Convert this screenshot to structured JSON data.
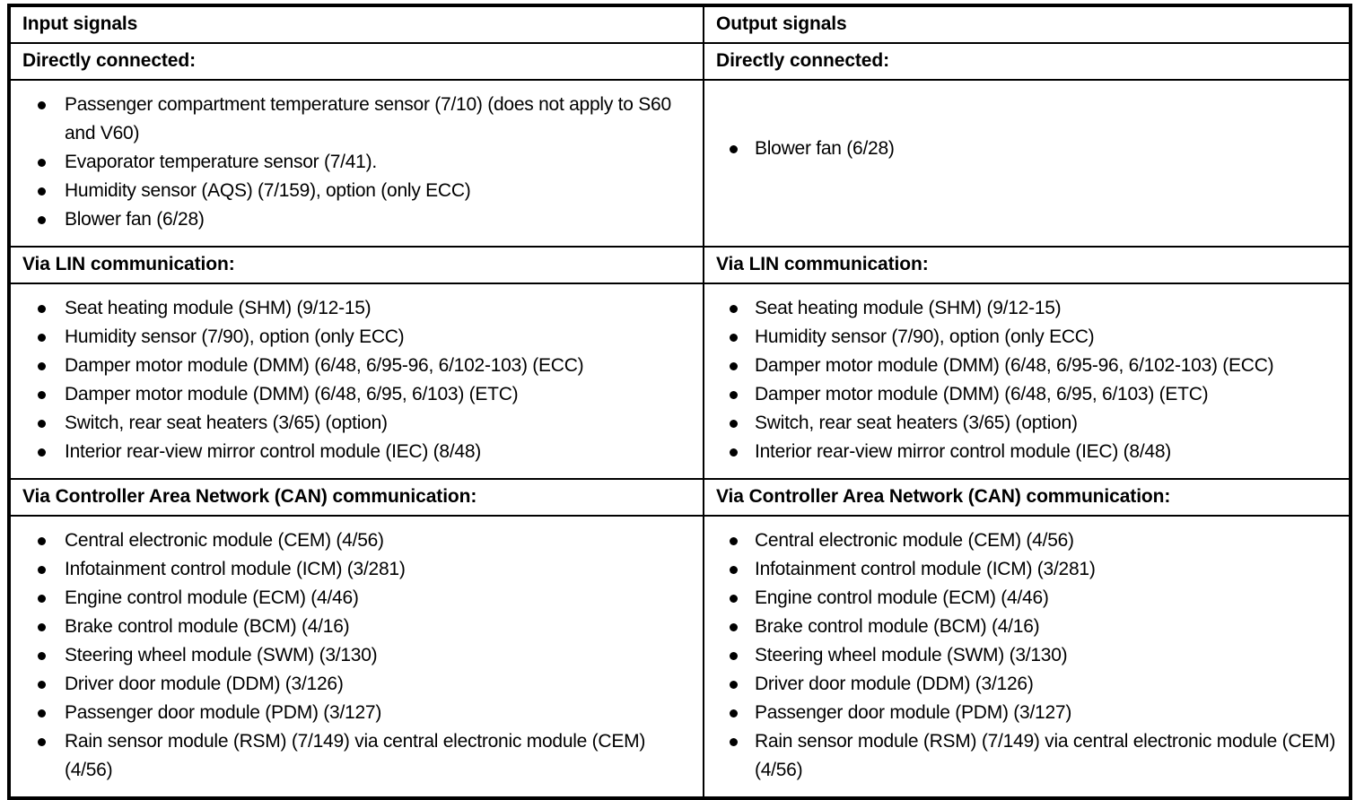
{
  "table": {
    "columns": [
      {
        "key": "input",
        "title": "Input signals"
      },
      {
        "key": "output",
        "title": "Output signals"
      }
    ],
    "sections": [
      {
        "id": "directly-connected",
        "heading_left": "Directly connected:",
        "heading_right": "Directly connected:",
        "items_left": [
          "Passenger compartment temperature sensor (7/10) (does not apply to S60 and V60)",
          "Evaporator temperature sensor (7/41).",
          "Humidity sensor (AQS) (7/159), option (only ECC)",
          "Blower fan (6/28)"
        ],
        "items_right": [
          "Blower fan (6/28)"
        ]
      },
      {
        "id": "via-lin-communication",
        "heading_left": "Via LIN communication:",
        "heading_right": "Via LIN communication:",
        "items_left": [
          "Seat heating module (SHM) (9/12-15)",
          "Humidity sensor (7/90), option (only ECC)",
          "Damper motor module (DMM) (6/48, 6/95-96, 6/102-103) (ECC)",
          "Damper motor module (DMM) (6/48, 6/95, 6/103) (ETC)",
          "Switch, rear seat heaters (3/65) (option)",
          "Interior rear-view mirror control module (IEC) (8/48)"
        ],
        "items_right": [
          "Seat heating module (SHM) (9/12-15)",
          "Humidity sensor (7/90), option (only ECC)",
          "Damper motor module (DMM) (6/48, 6/95-96, 6/102-103) (ECC)",
          "Damper motor module (DMM) (6/48, 6/95, 6/103) (ETC)",
          "Switch, rear seat heaters (3/65) (option)",
          "Interior rear-view mirror control module (IEC) (8/48)"
        ]
      },
      {
        "id": "via-can-communication",
        "heading_left": "Via Controller Area Network (CAN) communication:",
        "heading_right": "Via Controller Area Network (CAN) communication:",
        "items_left": [
          "Central electronic module (CEM) (4/56)",
          "Infotainment control module (ICM) (3/281)",
          "Engine control module (ECM) (4/46)",
          "Brake control module (BCM) (4/16)",
          "Steering wheel module (SWM) (3/130)",
          "Driver door module (DDM) (3/126)",
          "Passenger door module (PDM) (3/127)",
          "Rain sensor module (RSM) (7/149) via central electronic module (CEM) (4/56)"
        ],
        "items_right": [
          "Central electronic module (CEM) (4/56)",
          "Infotainment control module (ICM) (3/281)",
          "Engine control module (ECM) (4/46)",
          "Brake control module (BCM) (4/16)",
          "Steering wheel module (SWM) (3/130)",
          "Driver door module (DDM) (3/126)",
          "Passenger door module (PDM) (3/127)",
          "Rain sensor module (RSM) (7/149) via central electronic module (CEM) (4/56)"
        ]
      }
    ]
  },
  "colors": {
    "border": "#000000",
    "text": "#000000",
    "background": "#ffffff"
  }
}
